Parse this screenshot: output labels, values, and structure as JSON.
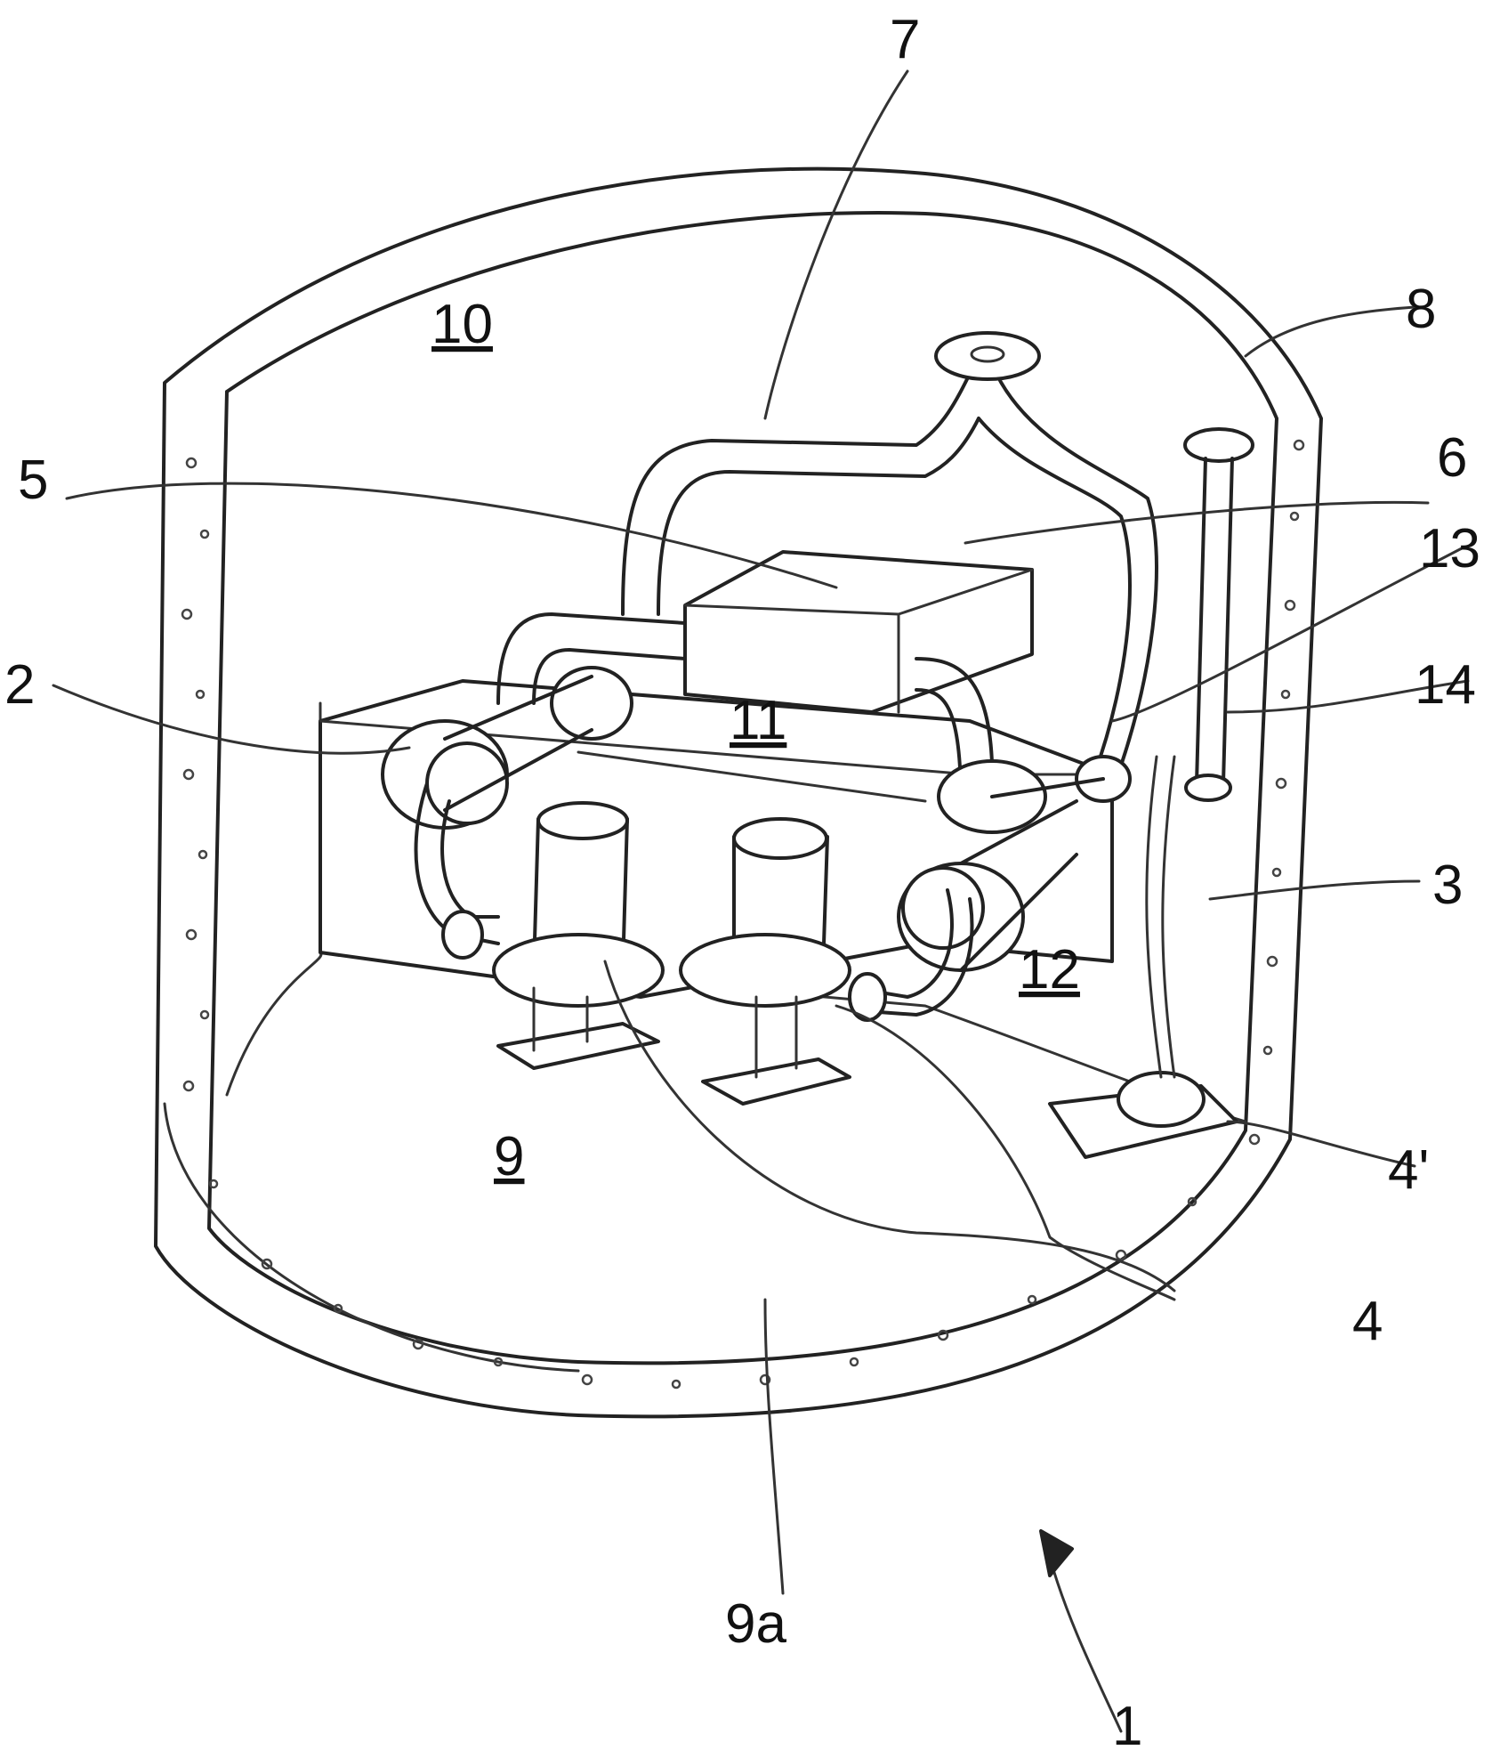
{
  "figure": {
    "labels": {
      "l1": "1",
      "l2": "2",
      "l3": "3",
      "l4": "4",
      "l4p": "4'",
      "l5": "5",
      "l6": "6",
      "l7": "7",
      "l8": "8",
      "l9": "9",
      "l9a": "9a",
      "l10": "10",
      "l11": "11",
      "l12": "12",
      "l13": "13",
      "l14": "14"
    },
    "colors": {
      "line": "#222222",
      "background": "#ffffff"
    }
  }
}
